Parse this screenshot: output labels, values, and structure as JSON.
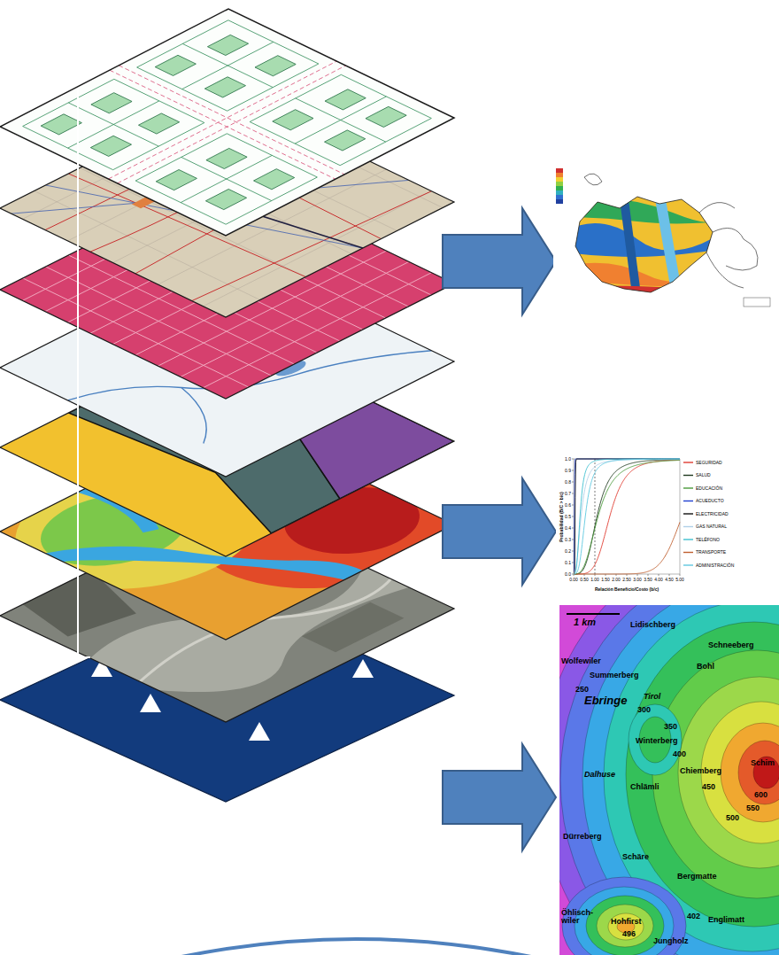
{
  "diagram": {
    "labels": [
      "1.0",
      "0.9",
      "0.8",
      "0.7",
      "0.6",
      "0.5",
      "0.4",
      "0.3",
      "0.2",
      "0.1",
      "0.0",
      "0.00",
      "0.50",
      "1.00",
      "1.50",
      "2.00",
      "2.50",
      "3.00",
      "3.50",
      "4.00",
      "4.50",
      "5.00",
      "Probabilidad (B/C > b/c)",
      "Relación Beneficio/Costo (b/c)",
      "1 km",
      "Lidischberg",
      "Schneeberg",
      "Wolfewiler",
      "Bohl",
      "Summerberg",
      "250",
      "Ebringe",
      "Tirol",
      "300",
      "350",
      "Winterberg",
      "Schim",
      "400",
      "Dalhuse",
      "Chiemberg",
      "Chlämli",
      "450",
      "600",
      "550",
      "500",
      "Dürreberg",
      "Schäre",
      "Bergmatte",
      "402",
      "Englimatt",
      "Öhlisch-wiler",
      "Hohfirst",
      "496",
      "Jungholz"
    ],
    "legend": [
      {
        "text": "SEGURIDAD"
      },
      {
        "text": "SALUD"
      },
      {
        "text": "EDUCACIÓN"
      },
      {
        "text": "ACUEDUCTO"
      },
      {
        "text": "ELECTRICIDAD"
      },
      {
        "text": "GAS NATURAL"
      },
      {
        "text": "TELÉFONO"
      },
      {
        "text": "TRANSPORTE"
      },
      {
        "text": "ADMINISTRACIÓN"
      }
    ]
  }
}
